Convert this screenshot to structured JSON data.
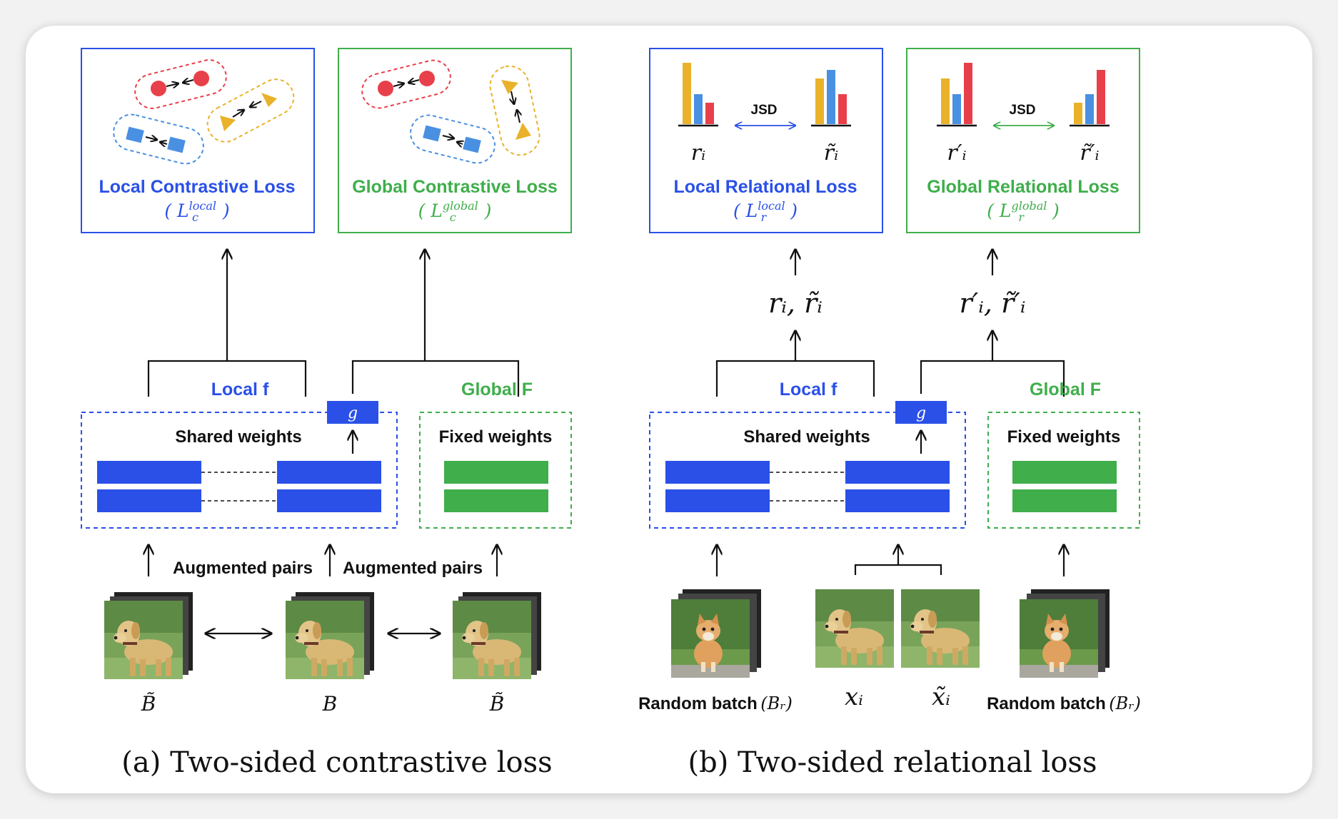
{
  "colors": {
    "blue": "#2a50e8",
    "green": "#3fae4b",
    "red": "#e8404a",
    "yellow": "#e9b22a",
    "light_blue": "#4a90e2",
    "dark": "#111111"
  },
  "panel_a": {
    "caption": "(a) Two-sided contrastive loss",
    "local_loss_title": "Local Contrastive Loss",
    "local_loss_symbol": "L",
    "local_loss_sub": "c",
    "local_loss_sup": "local",
    "global_loss_title": "Global Contrastive Loss",
    "global_loss_symbol": "L",
    "global_loss_sub": "c",
    "global_loss_sup": "global",
    "local_branch": "Local f",
    "global_branch": "Global F",
    "g_label": "g",
    "shared_weights": "Shared weights",
    "fixed_weights": "Fixed weights",
    "augmented_pairs_1": "Augmented pairs",
    "augmented_pairs_2": "Augmented pairs",
    "batch_labels": [
      "B̃",
      "B",
      "B̃"
    ]
  },
  "panel_b": {
    "caption": "(b) Two-sided relational loss",
    "local_loss_title": "Local Relational Loss",
    "local_loss_symbol": "L",
    "local_loss_sub": "r",
    "local_loss_sup": "local",
    "global_loss_title": "Global Relational Loss",
    "global_loss_symbol": "L",
    "global_loss_sub": "r",
    "global_loss_sup": "global",
    "jsd": "JSD",
    "local_dist_labels": [
      "rᵢ",
      "r̃ᵢ"
    ],
    "global_dist_labels": [
      "r′ᵢ",
      "r̃′ᵢ"
    ],
    "local_output": "rᵢ, r̃ᵢ",
    "global_output": "r′ᵢ, r̃′ᵢ",
    "local_branch": "Local f",
    "global_branch": "Global F",
    "g_label": "g",
    "shared_weights": "Shared weights",
    "fixed_weights": "Fixed weights",
    "random_batch": "Random batch",
    "random_batch_symbol": "(Bᵣ)",
    "sample_labels": [
      "xᵢ",
      "x̃ᵢ"
    ]
  }
}
